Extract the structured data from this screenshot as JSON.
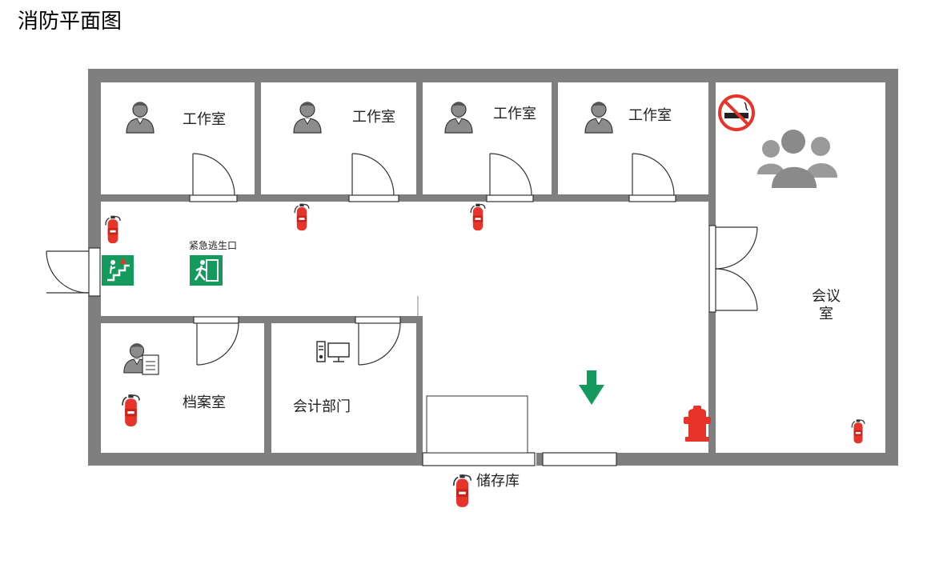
{
  "title": "消防平面图",
  "rooms": {
    "studio1": "工作室",
    "studio2": "工作室",
    "studio3": "工作室",
    "studio4": "工作室",
    "meeting_line1": "会议",
    "meeting_line2": "室",
    "archive": "档案室",
    "accounting": "会计部门",
    "storage": "储存库"
  },
  "signs": {
    "emergency_exit": "紧急逃生口"
  },
  "colors": {
    "wall": "#7f7f7f",
    "exit_green": "#159a5e",
    "fire_red": "#e8332a",
    "icon_gray": "#8c8c8c"
  }
}
